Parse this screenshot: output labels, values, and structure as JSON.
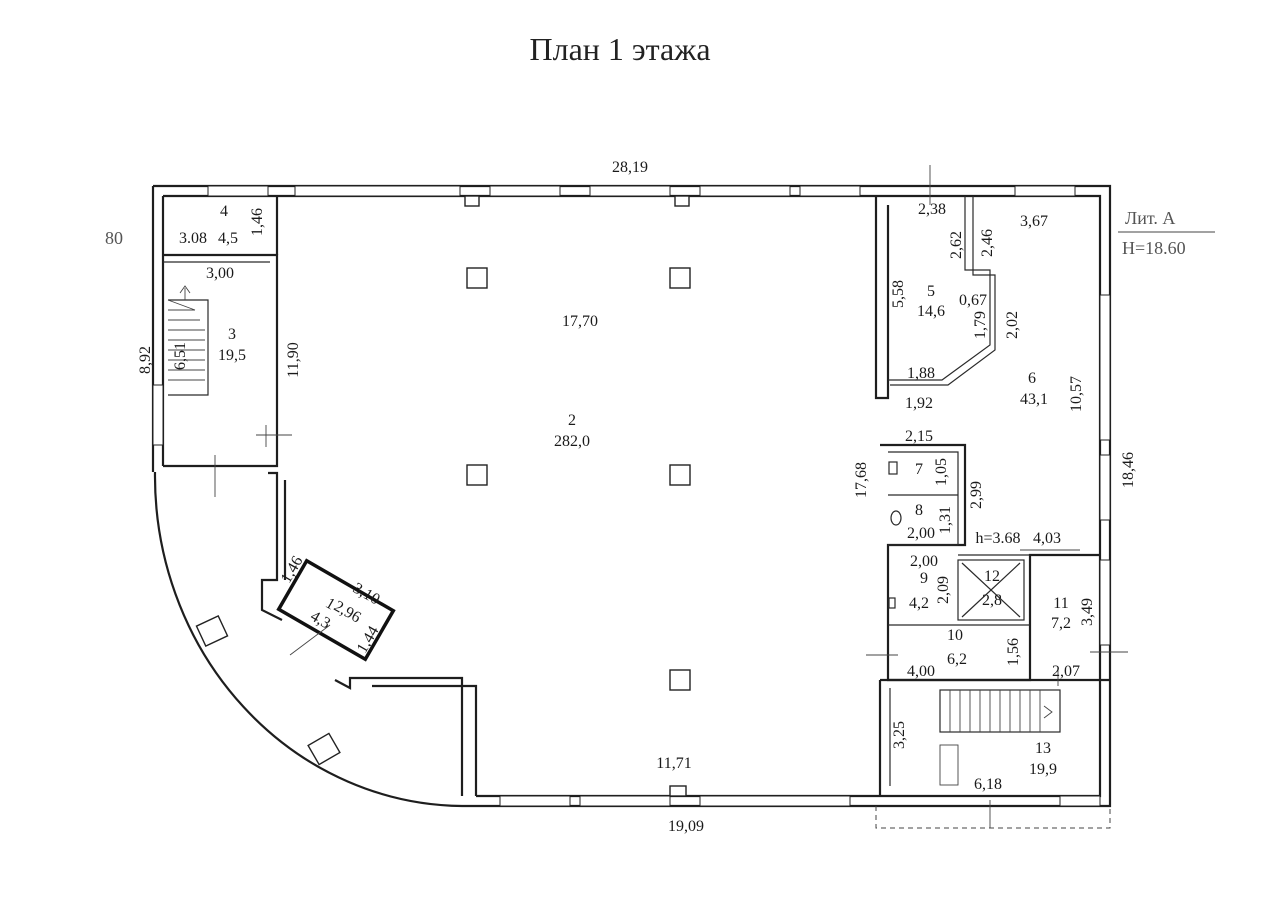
{
  "title": "План 1 этажа",
  "building": {
    "lit": "Лит. А",
    "height": "Н=18.60"
  },
  "dimensions": {
    "top_overall": "28,19",
    "bottom_overall": "19,09",
    "left_overall": "8,92",
    "right_overall": "18,46",
    "right_inner": "17,68",
    "hall_width": "17,70",
    "hall_height": "11,90",
    "hall_bottom": "11,71",
    "r4_w": "3.08",
    "r4_h": "1,46",
    "r3_w": "3,00",
    "r3_stair": "6,51",
    "r1_a": "1,46",
    "r1_b": "3,10",
    "r1_c": "2,96",
    "r1_d": "1,44",
    "r5_top": "2,38",
    "r5_left": "5,58",
    "r5_a": "2,62",
    "r5_b": "2,46",
    "r5_c": "0,67",
    "r5_d": "1,79",
    "r5_e": "2,02",
    "r5_bottom_inner": "1,88",
    "r5_bottom_outer": "1,92",
    "r6_top": "3,67",
    "r6_side": "10,57",
    "r7_w": "2,15",
    "r7_h": "1,05",
    "r8_h": "1,31",
    "r8_w": "2,00",
    "r78_total": "2,99",
    "h_label": "h=3.68",
    "r11_top": "4,03",
    "r9_w": "2,00",
    "r9_h": "2,09",
    "r11_h": "3,49",
    "r10_w": "4,00",
    "r10_h": "1,56",
    "r11_bottom": "2,07",
    "r13_left": "3,25",
    "r13_w": "6,18",
    "stray": "80"
  },
  "rooms": [
    {
      "num": "1",
      "area": "4,3"
    },
    {
      "num": "2",
      "area": "282,0"
    },
    {
      "num": "3",
      "area": "19,5"
    },
    {
      "num": "4",
      "area": "4,5"
    },
    {
      "num": "5",
      "area": "14,6"
    },
    {
      "num": "6",
      "area": "43,1"
    },
    {
      "num": "7",
      "area": ""
    },
    {
      "num": "8",
      "area": ""
    },
    {
      "num": "9",
      "area": "4,2"
    },
    {
      "num": "10",
      "area": "6,2"
    },
    {
      "num": "11",
      "area": "7,2"
    },
    {
      "num": "12",
      "area": "2,8"
    },
    {
      "num": "13",
      "area": "19,9"
    }
  ]
}
